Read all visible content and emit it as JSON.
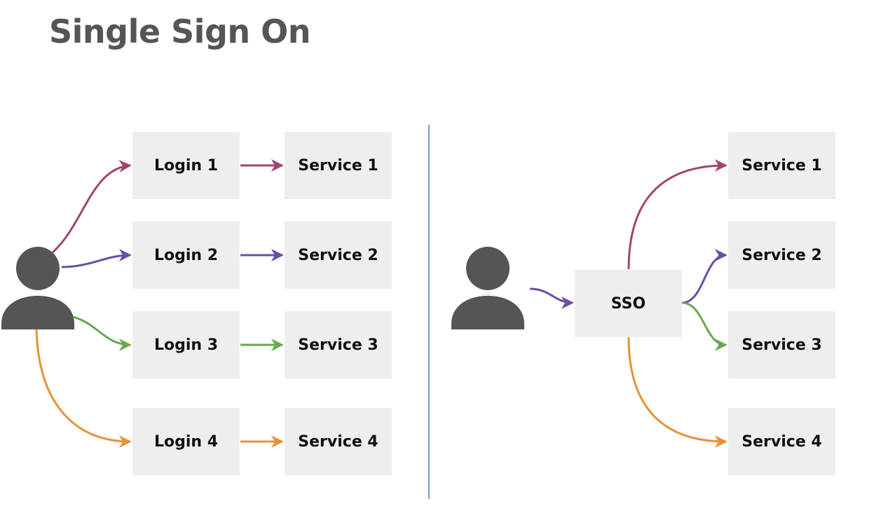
{
  "title": "Single Sign On",
  "colors": {
    "flow1": "#a0456e",
    "flow2": "#6a4ea8",
    "flow3": "#6aa84f",
    "flow4": "#e69138",
    "divider": "#4a7bd0",
    "user": "#555555",
    "box": "#eeeeee"
  },
  "icons": {
    "user_left": "user-icon",
    "user_right": "user-icon"
  },
  "left": {
    "logins": [
      "Login 1",
      "Login 2",
      "Login 3",
      "Login 4"
    ],
    "services": [
      "Service 1",
      "Service 2",
      "Service 3",
      "Service 4"
    ]
  },
  "right": {
    "sso": "SSO",
    "services": [
      "Service 1",
      "Service 2",
      "Service 3",
      "Service 4"
    ]
  }
}
